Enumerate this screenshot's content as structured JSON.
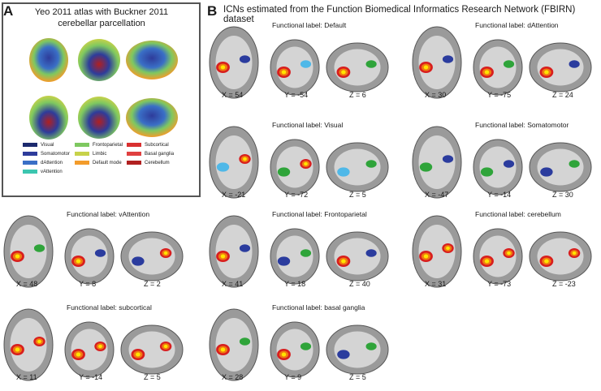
{
  "panel_a": {
    "letter": "A",
    "title_line1": "Yeo 2011 atlas with Buckner 2011",
    "title_line2": "cerebellar parcellation",
    "legend": [
      {
        "label": "Visual",
        "color": "#1c2a6e"
      },
      {
        "label": "Somatomotor",
        "color": "#2e3c9b"
      },
      {
        "label": "dAttention",
        "color": "#3a6fc6"
      },
      {
        "label": "vAttention",
        "color": "#3cc6b0"
      },
      {
        "label": "Frontoparietal",
        "color": "#7ec860"
      },
      {
        "label": "Limbic",
        "color": "#c7d24a"
      },
      {
        "label": "Default mode",
        "color": "#f39c2b"
      },
      {
        "label": "Subcortical",
        "color": "#d93030"
      },
      {
        "label": "Basal ganglia",
        "color": "#e04040"
      },
      {
        "label": "Cerebellum",
        "color": "#b12020"
      }
    ]
  },
  "panel_b": {
    "letter": "B",
    "title": "ICNs estimated from the Function Biomedical Informatics Research Network (FBIRN) dataset"
  },
  "networks": [
    {
      "label": "Functional label: Default",
      "coords": [
        "X = 54",
        "Y = -54",
        "Z = 6"
      ]
    },
    {
      "label": "Functional label: dAttention",
      "coords": [
        "X = 30",
        "Y = -75",
        "Z = 24"
      ]
    },
    {
      "label": "Functional label: Visual",
      "coords": [
        "X = -21",
        "Y = -72",
        "Z = 5"
      ]
    },
    {
      "label": "Functional label: Somatomotor",
      "coords": [
        "X = -47",
        "Y = -14",
        "Z = 30"
      ]
    },
    {
      "label": "Functional label: vAttention",
      "coords": [
        "X = 48",
        "Y = 8",
        "Z = 2"
      ]
    },
    {
      "label": "Functional label: Frontoparietal",
      "coords": [
        "X = 41",
        "Y = 18",
        "Z = 40"
      ]
    },
    {
      "label": "Functional label: cerebellum",
      "coords": [
        "X = 31",
        "Y = -73",
        "Z = -23"
      ]
    },
    {
      "label": "Functional label: subcortical",
      "coords": [
        "X = 11",
        "Y = -14",
        "Z = 5"
      ]
    },
    {
      "label": "Functional label: basal ganglia",
      "coords": [
        "X = 28",
        "Y = 9",
        "Z = 5"
      ]
    }
  ],
  "colors": {
    "hot_core": "#ffe400",
    "hot_mid": "#f07a10",
    "hot_edge": "#d81e1e",
    "cool": "#2b3c9e",
    "green": "#2fa43a",
    "cyan": "#4fb8e8",
    "brain_gray": "#9a9a9a"
  }
}
